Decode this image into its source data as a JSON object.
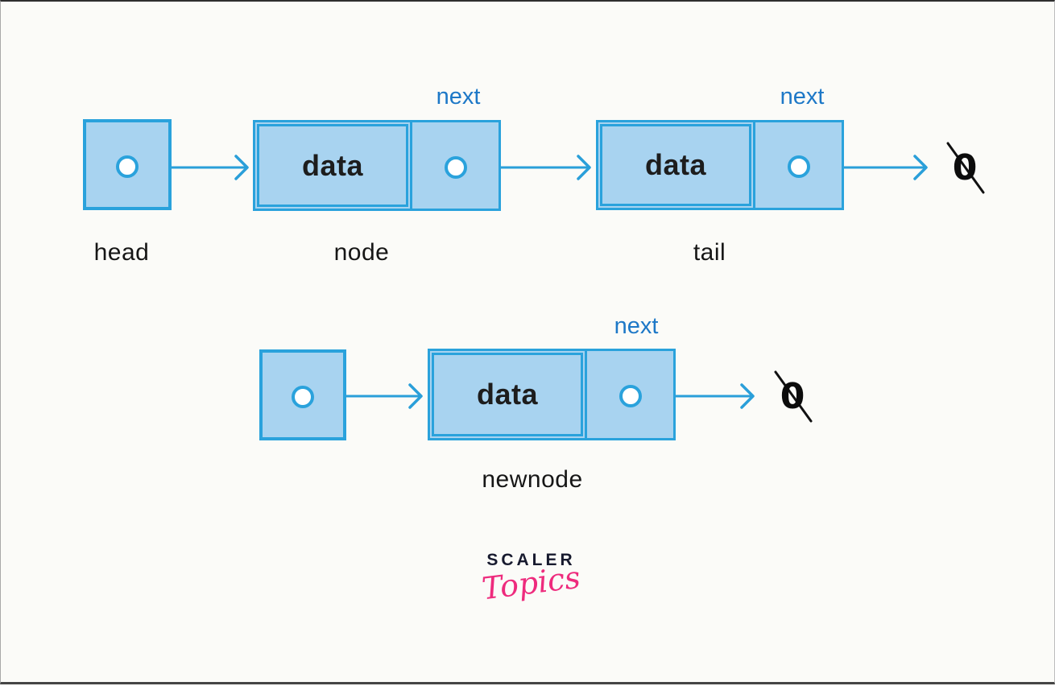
{
  "colors": {
    "page_bg": "#fbfbf8",
    "box_fill": "#a8d3f0",
    "box_border": "#2aa2dc",
    "arrow": "#2a9fd9",
    "next_label": "#1d78c7",
    "label_text": "#161616",
    "null_color": "#0c0c0c",
    "logo_dark": "#171a2e",
    "logo_pink": "#ee2b7d"
  },
  "row1": {
    "head_label": "head",
    "node": {
      "label": "node",
      "data": "data",
      "next": "next"
    },
    "tail": {
      "label": "tail",
      "data": "data",
      "next": "next"
    },
    "null_symbol": "0"
  },
  "row2": {
    "pointer_box": "",
    "newnode": {
      "label": "newnode",
      "data": "data",
      "next": "next"
    },
    "null_symbol": "0"
  },
  "logo": {
    "brand": "SCALER",
    "sub": "Topics"
  }
}
